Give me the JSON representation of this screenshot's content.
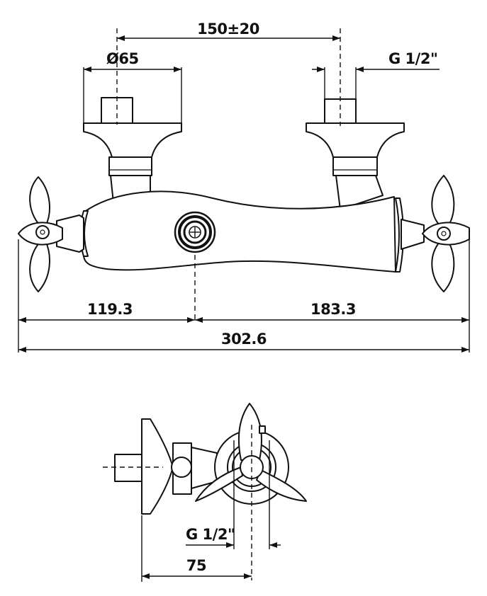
{
  "dimensions": {
    "inlet_spacing": "150±20",
    "eccentric_diameter": "Ø65",
    "inlet_thread_top": "G 1/2\"",
    "left_to_outlet": "119.3",
    "outlet_to_right": "183.3",
    "overall_width": "302.6",
    "outlet_thread_side": "G 1/2\"",
    "depth": "75"
  }
}
